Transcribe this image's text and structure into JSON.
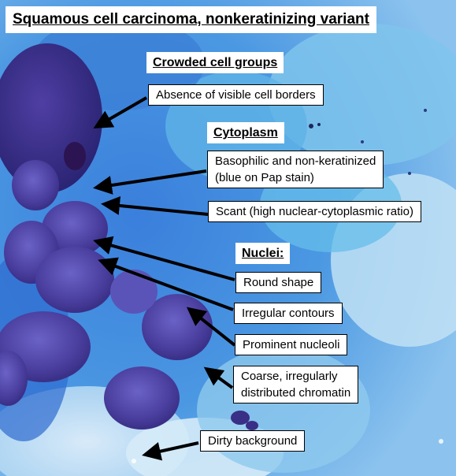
{
  "title": "Squamous cell carcinoma, nonkeratinizing variant",
  "headings": {
    "crowded": "Crowded cell groups",
    "cytoplasm": "Cytoplasm",
    "nuclei": "Nuclei:"
  },
  "labels": {
    "borders": "Absence of visible cell borders",
    "basophilic_1": "Basophilic and non-keratinized",
    "basophilic_2": "(blue on Pap stain)",
    "scant": "Scant (high nuclear-cytoplasmic ratio)",
    "round": "Round shape",
    "irregular": "Irregular contours",
    "nucleoli": "Prominent nucleoli",
    "chromatin_1": "Coarse, irregularly",
    "chromatin_2": "distributed chromatin",
    "dirty": "Dirty background"
  },
  "colors": {
    "annotation_text": "#000000",
    "label_background": "#ffffff",
    "stain_blue": "#2f6fd0",
    "nucleus_purple": "#4a3f9e"
  }
}
